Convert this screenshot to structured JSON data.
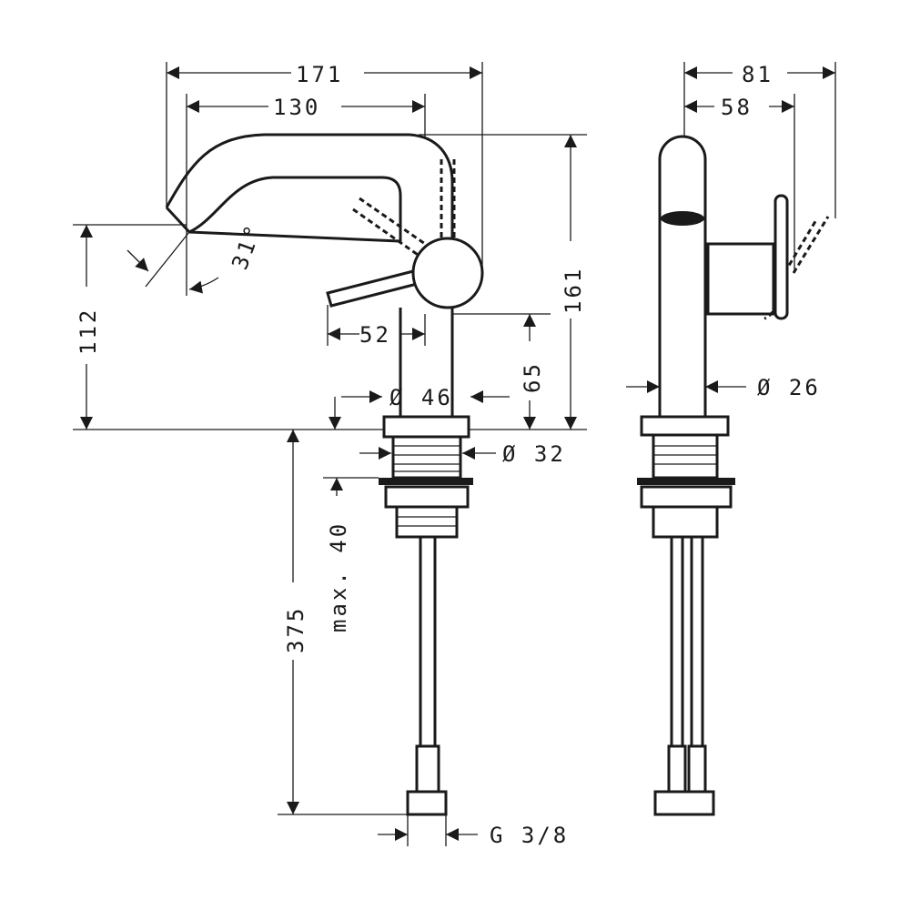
{
  "drawing": {
    "front_view": {
      "dim_total_width": "171",
      "dim_spout_reach": "130",
      "dim_spout_angle": "31°",
      "dim_spout_height": "112",
      "dim_lever_length": "52",
      "dim_total_height": "161",
      "dim_handle_height": "65",
      "dim_body_diameter": "Ø 46",
      "dim_thread_diameter": "Ø 32",
      "dim_max_thickness": "max. 40",
      "dim_hose_length": "375",
      "dim_connection": "G 3/8"
    },
    "side_view": {
      "dim_total_depth": "81",
      "dim_handle_depth": "58",
      "dim_spout_diameter": "Ø 26"
    }
  }
}
